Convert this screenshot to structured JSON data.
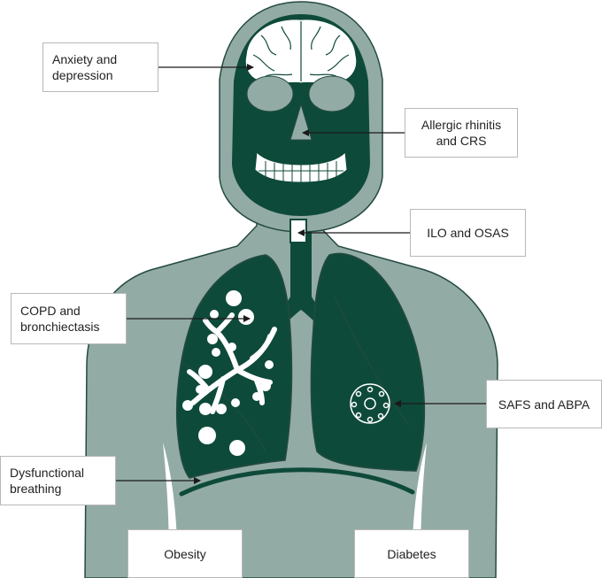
{
  "colors": {
    "body": "#93aba5",
    "dark": "#0e4a3a",
    "outline": "#244a42",
    "white": "#ffffff"
  },
  "labels": {
    "anxiety": "Anxiety and depression",
    "rhinitis": "Allergic rhinitis and CRS",
    "ilo": "ILO and OSAS",
    "copd": "COPD and bronchiectasis",
    "safs": "SAFS and ABPA",
    "dysfunctional": "Dysfunctional breathing",
    "obesity": "Obesity",
    "diabetes": "Diabetes"
  }
}
